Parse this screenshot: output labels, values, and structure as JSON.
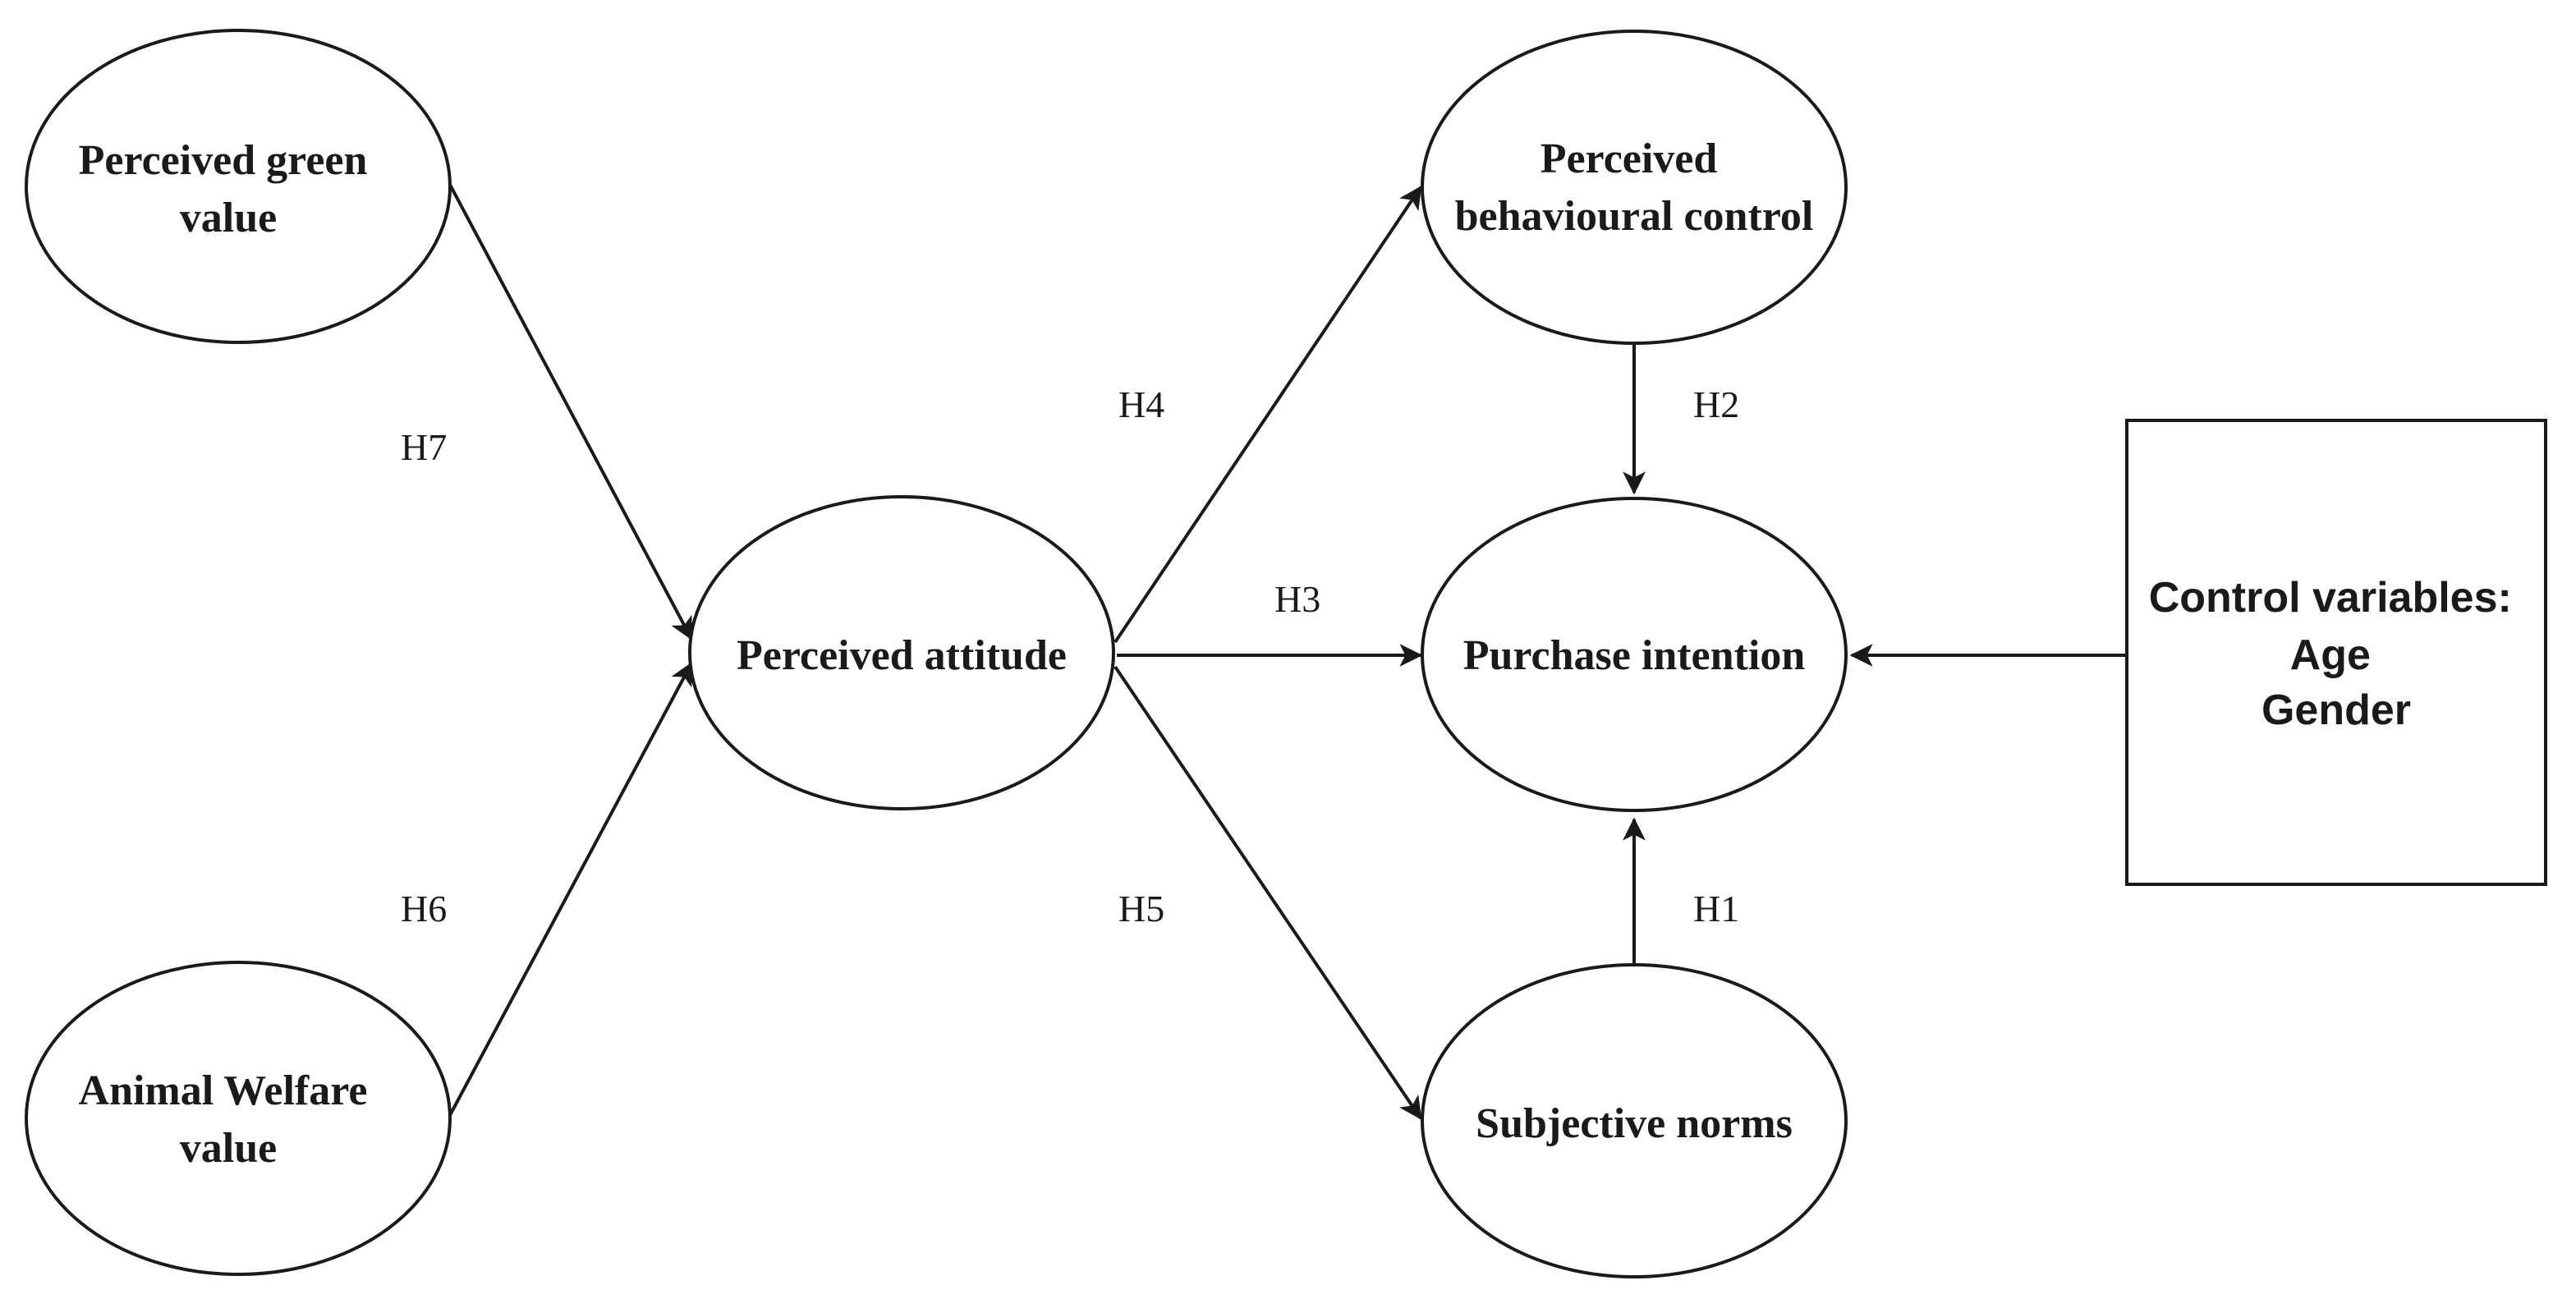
{
  "nodes": {
    "perceived_green_value": {
      "lines": [
        "Perceived green",
        "value"
      ]
    },
    "animal_welfare_value": {
      "lines": [
        "Animal Welfare",
        "value"
      ]
    },
    "perceived_attitude": {
      "lines": [
        "Perceived attitude"
      ]
    },
    "perceived_behavioural_control": {
      "lines": [
        "Perceived",
        "behavioural control"
      ]
    },
    "purchase_intention": {
      "lines": [
        "Purchase intention"
      ]
    },
    "subjective_norms": {
      "lines": [
        "Subjective norms"
      ]
    },
    "control_variables": {
      "lines": [
        "Control variables:",
        "Age",
        "Gender"
      ]
    }
  },
  "hypotheses": {
    "h1": "H1",
    "h2": "H2",
    "h3": "H3",
    "h4": "H4",
    "h5": "H5",
    "h6": "H6",
    "h7": "H7"
  },
  "colors": {
    "stroke": "#1a1a1a",
    "background": "#ffffff"
  }
}
